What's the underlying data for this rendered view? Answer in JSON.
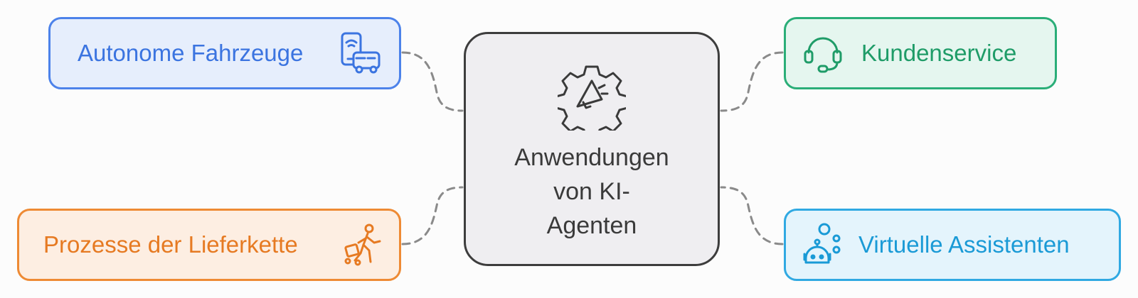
{
  "center": {
    "title_lines": [
      "Anwendungen",
      "von KI-",
      "Agenten"
    ],
    "icon": "gear-megaphone-icon"
  },
  "nodes": [
    {
      "label": "Autonome Fahrzeuge",
      "icon": "phone-car-icon",
      "color": "#4c82ea",
      "fill": "#e6eefc"
    },
    {
      "label": "Kundenservice",
      "icon": "headset-icon",
      "color": "#2aae78",
      "fill": "#e5f6ef"
    },
    {
      "label": "Prozesse der Lieferkette",
      "icon": "delivery-worker-icon",
      "color": "#ee8a34",
      "fill": "#fdeee2"
    },
    {
      "label": "Virtuelle Assistenten",
      "icon": "robot-bubbles-icon",
      "color": "#30a9e2",
      "fill": "#e4f4fc"
    }
  ],
  "colors": {
    "center_border": "#3d3d3d",
    "center_fill": "#efeef1",
    "connector": "#8a8a8a"
  }
}
